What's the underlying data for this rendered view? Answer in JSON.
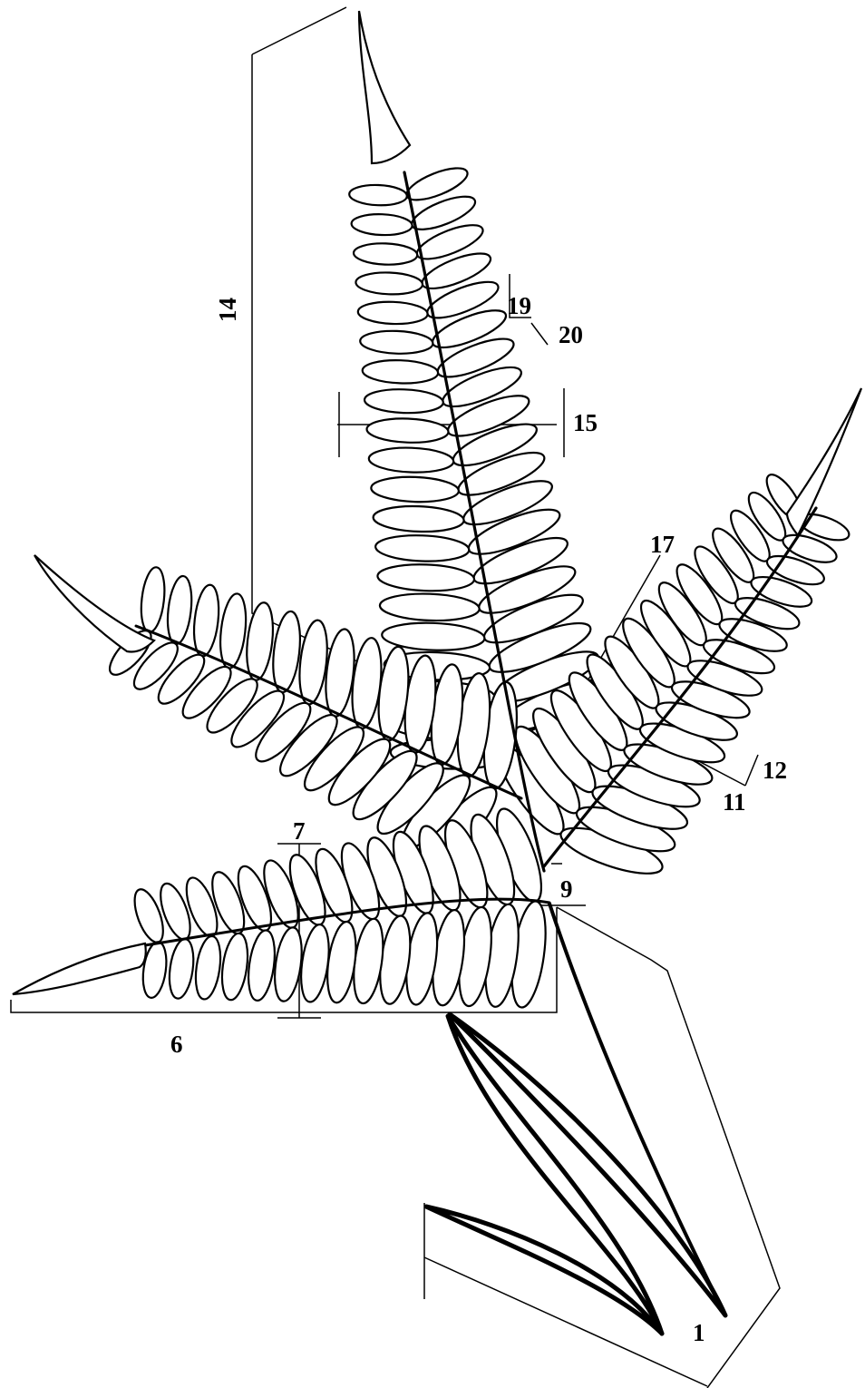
{
  "labels": {
    "l1": "1",
    "l6": "6",
    "l7": "7",
    "l9": "9",
    "l11": "11",
    "l12": "12",
    "l14": "14",
    "l15": "15",
    "l17": "17",
    "l19": "19",
    "l20": "20"
  },
  "colors": {
    "ink": "#000000",
    "paper": "#ffffff"
  }
}
